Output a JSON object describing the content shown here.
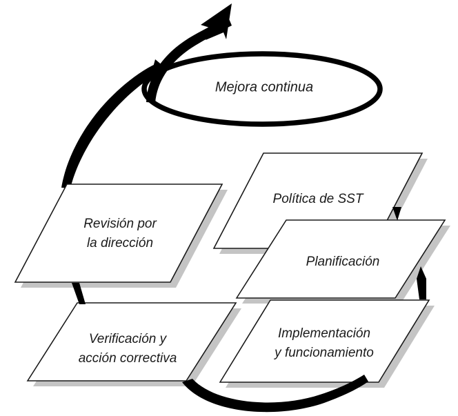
{
  "diagram": {
    "title": "Mejora continua",
    "language": "es",
    "background_color": "#ffffff",
    "shape_fill": "#ffffff",
    "shape_stroke": "#1a1a1a",
    "shadow_color": "#c4c4c4",
    "arrow_color": "#000000"
  },
  "loop": {
    "label": "Mejora continua",
    "shape": "ellipse",
    "stroke_color": "#000000"
  },
  "nodes": [
    {
      "id": "revision",
      "label_line1": "Revisión por",
      "label_line2": "la dirección",
      "position": "left-middle"
    },
    {
      "id": "politica",
      "label_line1": "Política de SST",
      "label_line2": "",
      "position": "right-top"
    },
    {
      "id": "planificacion",
      "label_line1": "Planificación",
      "label_line2": "",
      "position": "right-upper-middle"
    },
    {
      "id": "implementacion",
      "label_line1": "Implementación",
      "label_line2": "y funcionamiento",
      "position": "right-bottom"
    },
    {
      "id": "verificacion",
      "label_line1": "Verificación y",
      "label_line2": "acción correctiva",
      "position": "left-bottom"
    }
  ],
  "connectors": [
    {
      "id": "politica-to-planificacion",
      "from": "politica",
      "to": "planificacion",
      "style": "arrow-down"
    },
    {
      "id": "implementacion-to-planificacion",
      "from": "implementacion",
      "to": "planificacion",
      "style": "arrow-up"
    },
    {
      "id": "implementacion-to-verificacion",
      "from": "implementacion",
      "to": "verificacion",
      "style": "curved-arc-left"
    },
    {
      "id": "verificacion-to-revision",
      "from": "verificacion",
      "to": "revision",
      "style": "short-link-up"
    },
    {
      "id": "revision-to-loop",
      "from": "revision",
      "to": "loop",
      "style": "spiral-arrow-up"
    }
  ]
}
